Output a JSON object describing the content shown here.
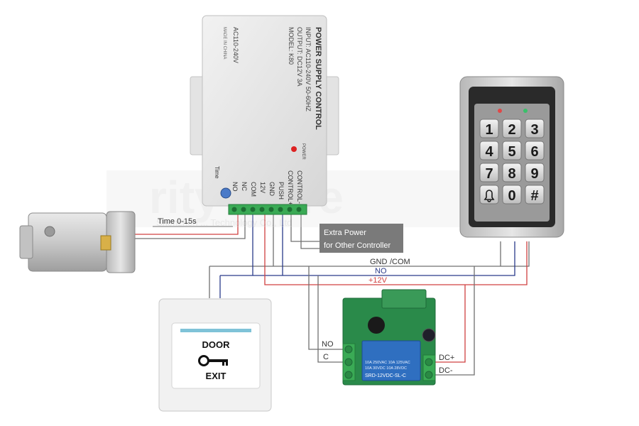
{
  "power_supply": {
    "title": "POWER SUPPLY CONTROL",
    "input": "INPUT: AC110-240V 50-60HZ",
    "output": "OUTPUT: DC12V 3A",
    "model": "MODEL: K80",
    "ac_label": "AC110-240V",
    "made_in": "MADE IN CHINA",
    "power_led_label": "POWER",
    "time_label": "Time",
    "terminals": [
      "NO",
      "NC",
      "COM",
      "12V",
      "GND",
      "PUSH",
      "CONTROL+",
      "CONTROL-"
    ]
  },
  "watermark": {
    "big": "rity store",
    "small": "Shenzhen ... Technology Co., Ltd"
  },
  "labels": {
    "time_range": "Time 0-15s",
    "extra_power_line1": "Extra Power",
    "extra_power_line2": "for Other Controller",
    "gnd": "GND",
    "com": "/COM",
    "no": "NO",
    "plus12v": "+12V"
  },
  "keypad": {
    "keys": [
      "1",
      "2",
      "3",
      "4",
      "5",
      "6",
      "7",
      "8",
      "9",
      "bell",
      "0",
      "#"
    ]
  },
  "exit_button": {
    "line1": "DOOR",
    "line2": "EXIT"
  },
  "relay": {
    "no_label": "NO",
    "c_label": "C",
    "dc_plus": "DC+",
    "dc_minus": "DC-",
    "relay_text1": "SRD-12VDC-SL-C",
    "relay_text2": "10A 250VAC 10A 125VAC",
    "relay_text3": "10A 30VDC 10A 28VDC"
  },
  "colors": {
    "wire_red": "#d04040",
    "wire_blue": "#2a3a8a",
    "wire_gray": "#707070",
    "label_box": "#7a7a7a",
    "pcb_green": "#2a8a4a",
    "relay_blue": "#2f6fc0",
    "terminal_green": "#3aaa55"
  }
}
